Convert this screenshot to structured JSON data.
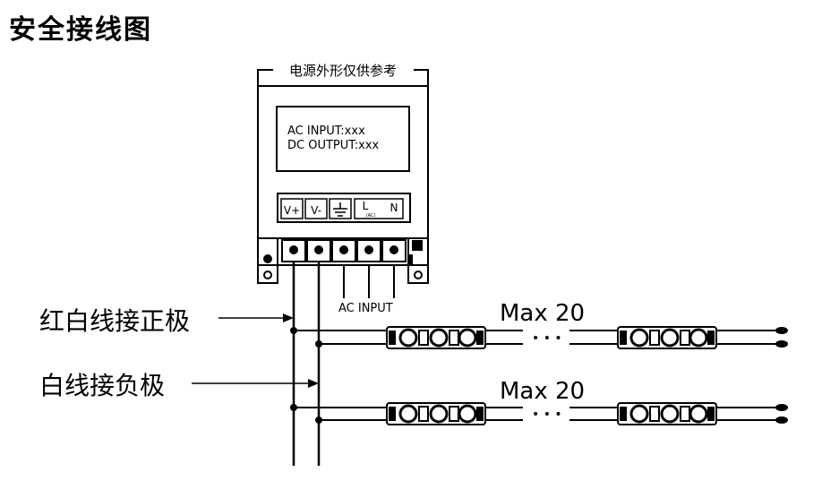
{
  "title": "安全接线图",
  "psu": {
    "caption": "电源外形仅供参考",
    "label_line1": "AC INPUT:xxx",
    "label_line2": "DC OUTPUT:xxx",
    "terminals": [
      "V+",
      "V-",
      "⏚",
      "L",
      "N"
    ],
    "terminal_sub": "(AC)"
  },
  "ac_input_label": "AC INPUT",
  "red_wire_label": "红白线接正极",
  "white_wire_label": "白线接负极",
  "rows": [
    {
      "max_label": "Max 20",
      "dots": "• • •"
    },
    {
      "max_label": "Max 20",
      "dots": "• • •"
    }
  ],
  "colors": {
    "line": "#000000",
    "background": "#ffffff"
  }
}
